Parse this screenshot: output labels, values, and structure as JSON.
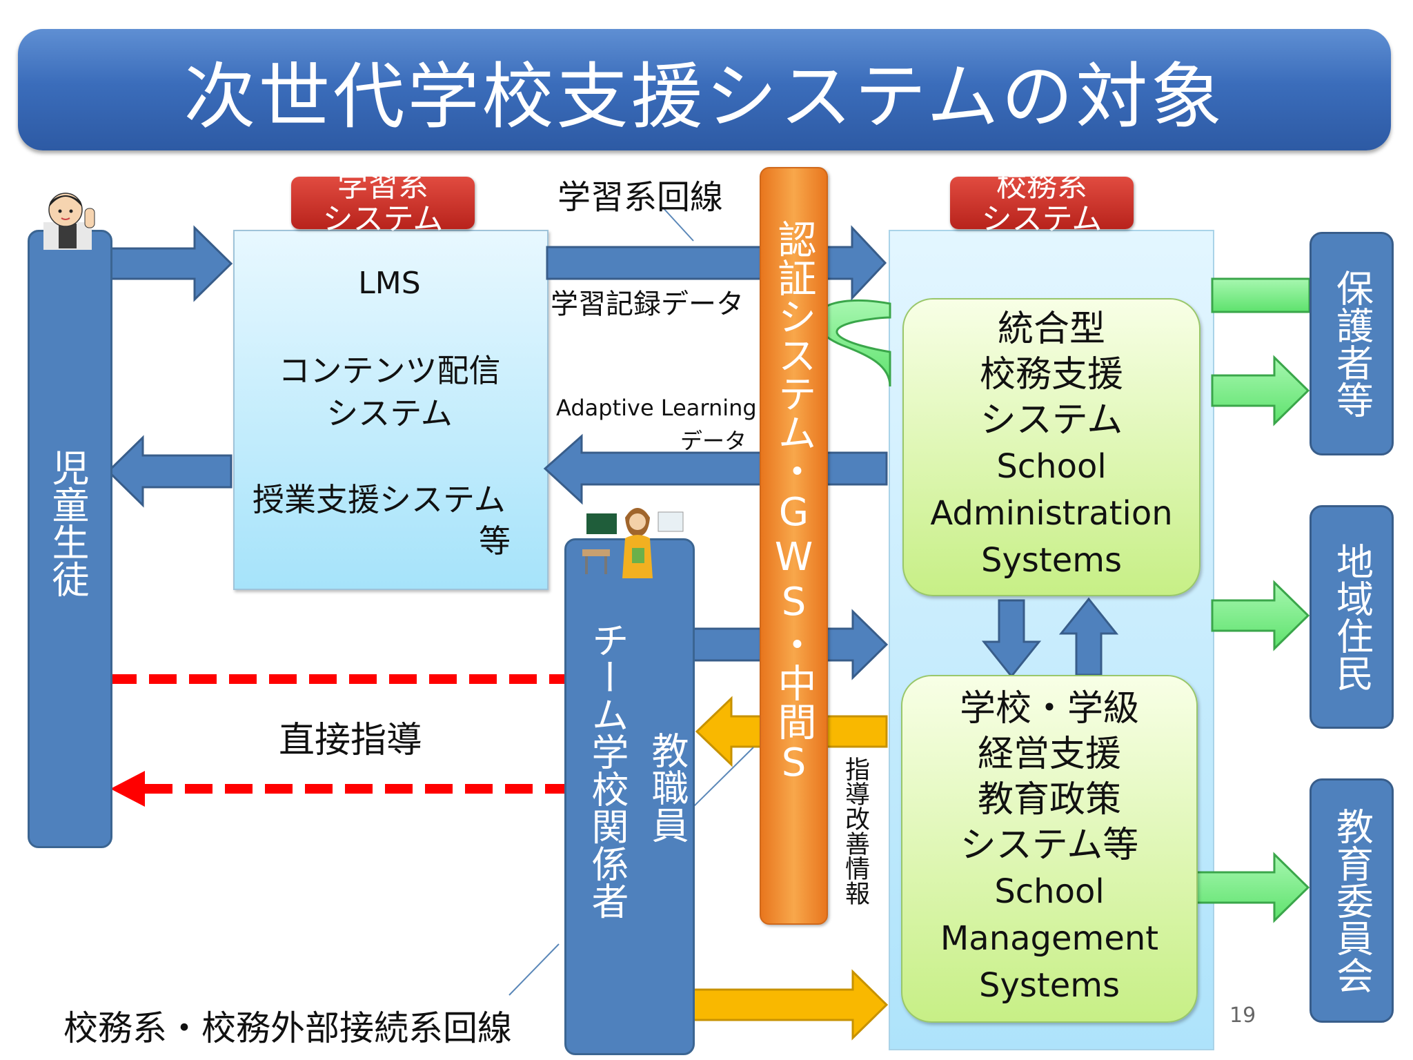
{
  "title": "次世代学校支援システムの対象",
  "left_system": {
    "tag": [
      "学習系",
      "システム"
    ],
    "lines": [
      "LMS",
      "コンテンツ配信",
      "システム",
      "授業支援システム",
      "等"
    ]
  },
  "right_system": {
    "tag": [
      "校務系",
      "システム"
    ],
    "integrated": [
      "統合型",
      "校務支援",
      "システム",
      "School",
      "Administration",
      "Systems"
    ],
    "management": [
      "学校・学級",
      "経営支援",
      "教育政策",
      "システム等",
      "School",
      "Management",
      "Systems"
    ]
  },
  "labels": {
    "learning_line": "学習系回線",
    "learning_record": "学習記録データ",
    "adaptive_1": "Adaptive Learning",
    "adaptive_2": "データ",
    "direct_guidance": "直接指導",
    "guidance_info": "指導改善情報",
    "admin_line": "校務系・校務外部接続系回線"
  },
  "auth_column": "認証システム・GWS・中間S",
  "students": "児童生徒",
  "team": "チーム学校関係者",
  "staff": "教職員",
  "right_boxes": [
    "保護者等",
    "地域住民",
    "教育委員会"
  ],
  "page_number": "19",
  "colors": {
    "blue_arrow": "#4f81bd",
    "orange_arrow": "#f9b800",
    "green_arrow": "#7ff08a",
    "dashed_red": "#ff0000"
  }
}
